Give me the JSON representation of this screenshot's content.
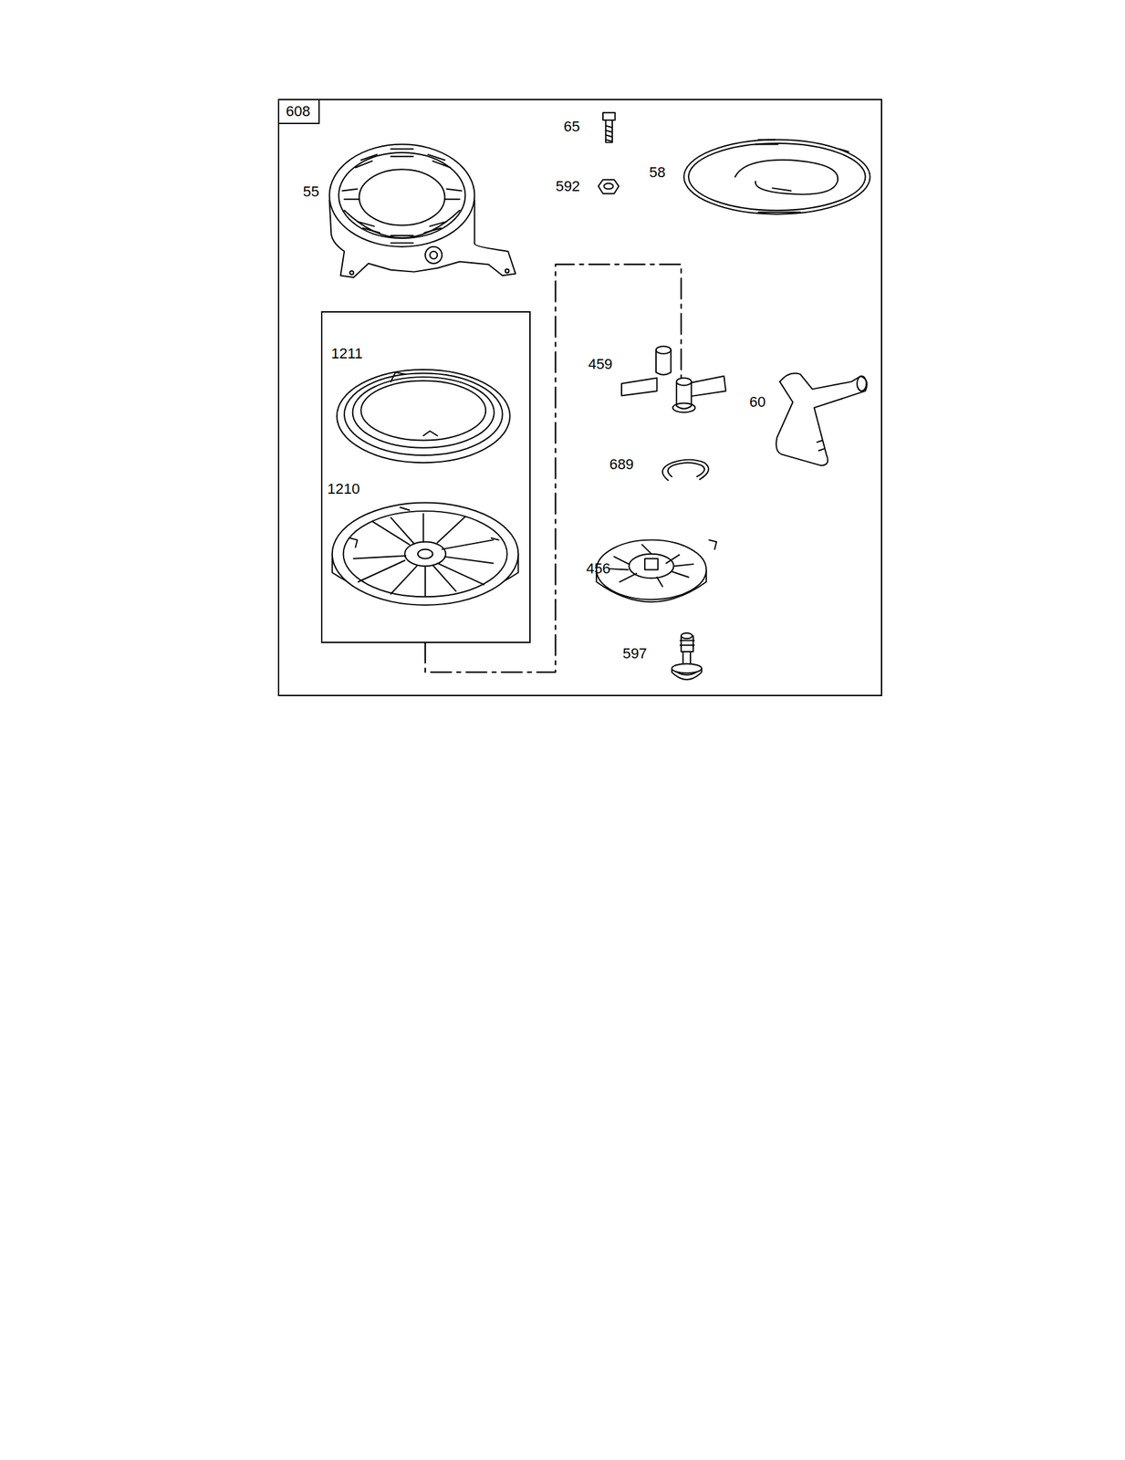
{
  "diagram": {
    "nodes": [
      {
        "text": [
          "608"
        ]
      },
      {
        "text": [
          "1211",
          "1210"
        ],
        "in": 0
      }
    ],
    "labels": [
      "65",
      "592",
      "58",
      "55",
      "459",
      "60",
      "689",
      "456",
      "597"
    ]
  }
}
